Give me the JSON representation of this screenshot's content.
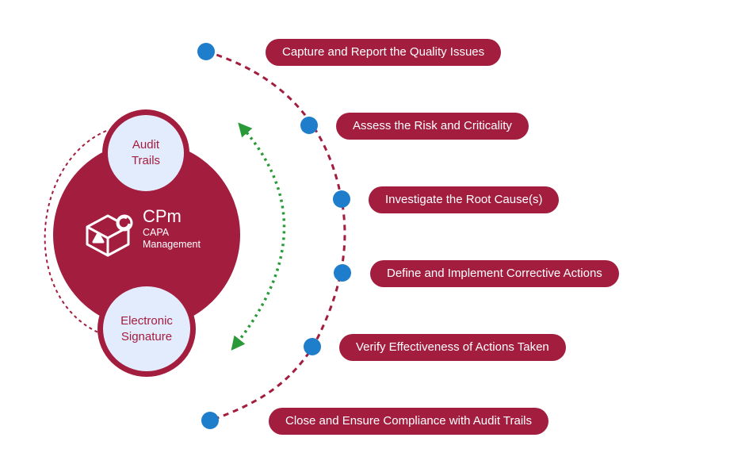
{
  "hub": {
    "brand_name": "CPm",
    "brand_subtitle_line1": "CAPA",
    "brand_subtitle_line2": "Management",
    "audit_trails_line1": "Audit",
    "audit_trails_line2": "Trails",
    "esignature_line1": "Electronic",
    "esignature_line2": "Signature"
  },
  "steps": [
    "Capture and Report the Quality Issues",
    "Assess the Risk and Criticality",
    "Investigate the Root Cause(s)",
    "Define and Implement Corrective Actions",
    "Verify Effectiveness of Actions Taken",
    "Close and Ensure Compliance with Audit Trails"
  ],
  "colors": {
    "brand": "#a31d3e",
    "node_dot": "#1f7ecb",
    "bidirectional_arrow": "#2a9a38",
    "sub_circle_fill": "#e3ecfc"
  }
}
